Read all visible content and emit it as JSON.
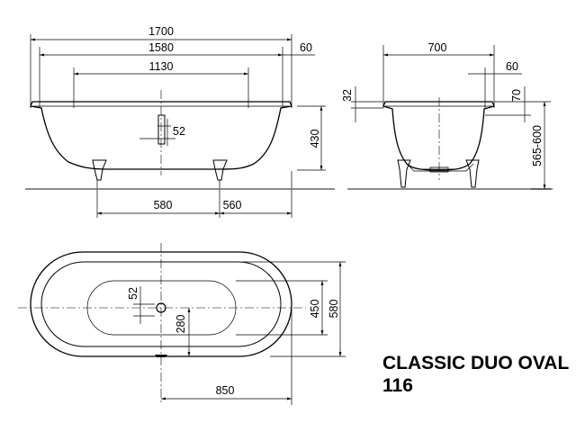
{
  "product": {
    "title_line1": "CLASSIC DUO OVAL",
    "title_line2": "116"
  },
  "side_view": {
    "overall_length": "1700",
    "inner_length": "1580",
    "bottom_length": "1130",
    "rim_width": "60",
    "waste_offset": "52",
    "height": "430",
    "foot_spacing": "580",
    "foot_to_end": "560"
  },
  "end_view": {
    "width": "700",
    "rim_width": "60",
    "rim_thickness": "32",
    "rim_height": "70",
    "total_height": "565-600"
  },
  "plan_view": {
    "waste_offset": "52",
    "waste_to_edge": "280",
    "inner_width": "450",
    "outer_width": "580",
    "half_length": "850"
  }
}
